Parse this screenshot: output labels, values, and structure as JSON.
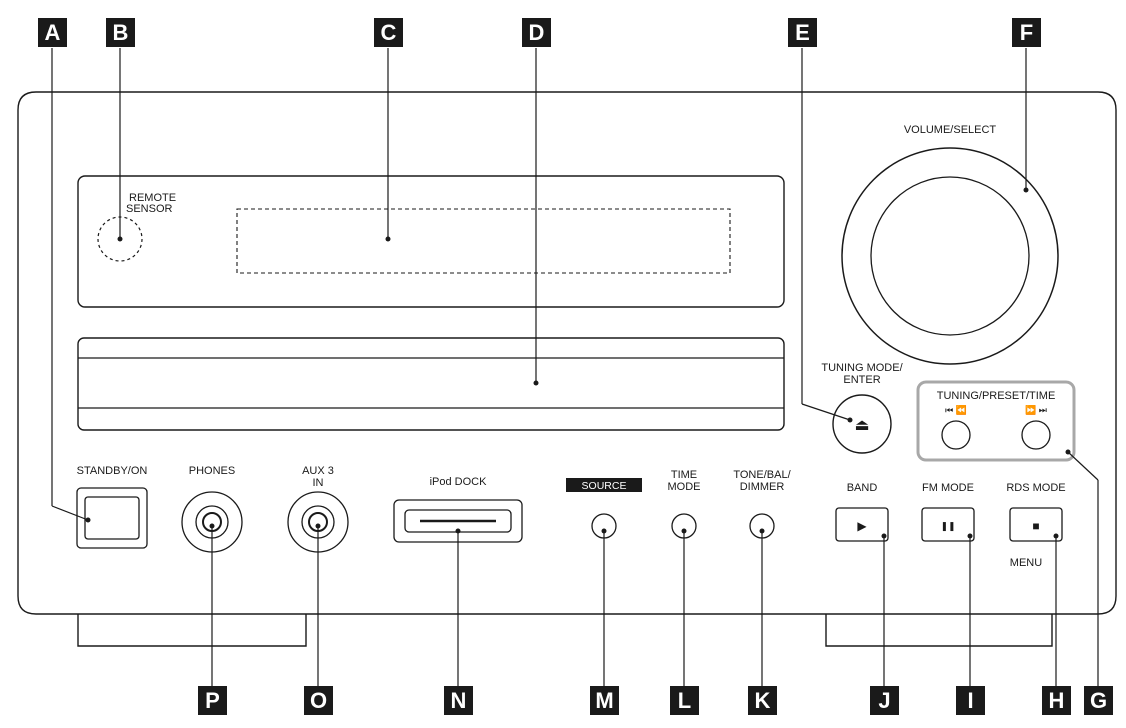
{
  "letters": [
    "A",
    "B",
    "C",
    "D",
    "E",
    "F",
    "G",
    "H",
    "I",
    "J",
    "K",
    "L",
    "M",
    "N",
    "O",
    "P"
  ],
  "labels": {
    "remote_sensor_1": "REMOTE",
    "remote_sensor_2": "SENSOR",
    "volume_select": "VOLUME/SELECT",
    "tuning_mode_1": "TUNING MODE/",
    "tuning_mode_2": "ENTER",
    "tuning_preset_time": "TUNING/PRESET/TIME",
    "standby_on": "STANDBY/ON",
    "phones": "PHONES",
    "aux3_1": "AUX 3",
    "aux3_2": "IN",
    "ipod_dock": "iPod DOCK",
    "source": "SOURCE",
    "time_mode_1": "TIME",
    "time_mode_2": "MODE",
    "tone_1": "TONE/BAL/",
    "tone_2": "DIMMER",
    "band": "BAND",
    "fm_mode": "FM MODE",
    "rds_mode": "RDS MODE",
    "menu": "MENU"
  },
  "glyphs": {
    "eject": "⏏",
    "play": "▶",
    "pause": "❚❚",
    "stop": "■",
    "prev": "⏮ ⏪",
    "next": "⏩ ⏭"
  }
}
